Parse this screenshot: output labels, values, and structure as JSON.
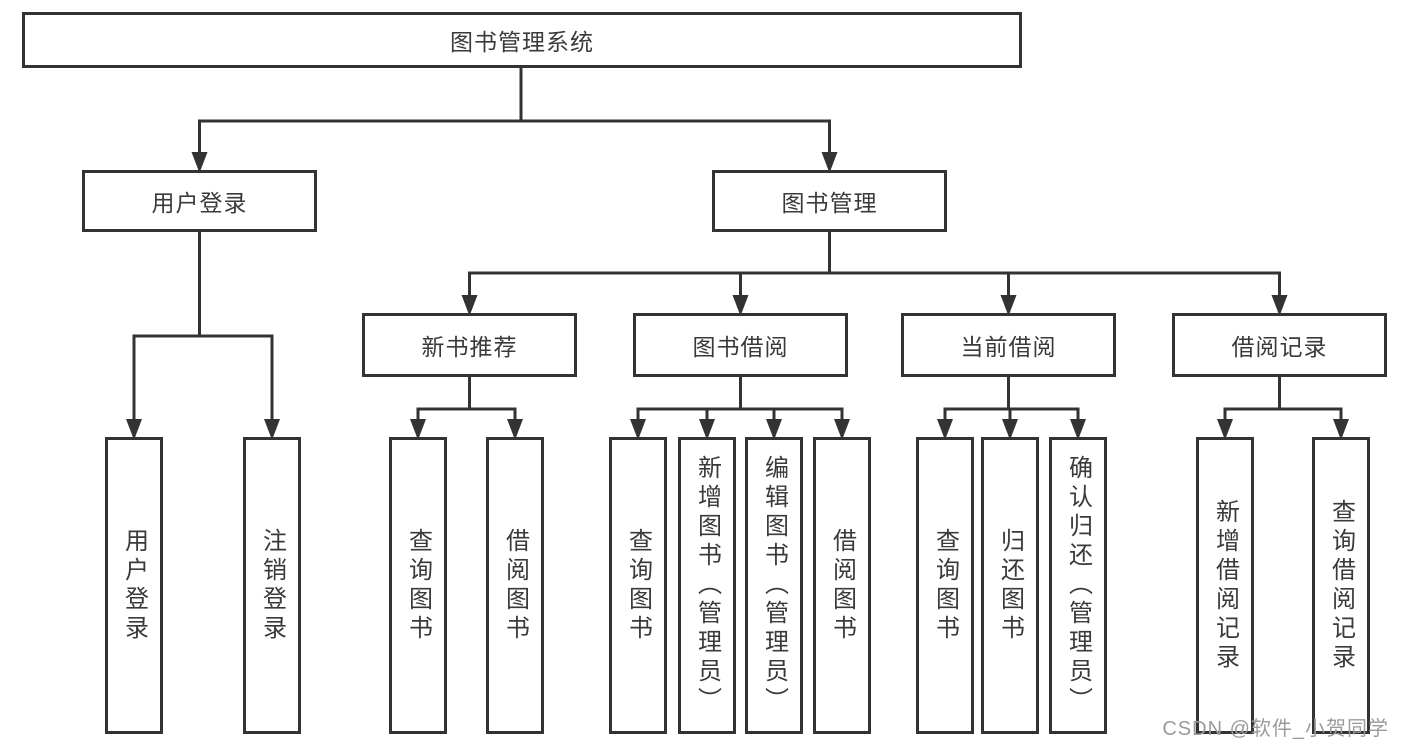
{
  "diagram": {
    "root": {
      "label": "图书管理系统"
    },
    "level2": [
      {
        "label": "用户登录"
      },
      {
        "label": "图书管理"
      }
    ],
    "level3": [
      {
        "label": "新书推荐"
      },
      {
        "label": "图书借阅"
      },
      {
        "label": "当前借阅"
      },
      {
        "label": "借阅记录"
      }
    ],
    "leaves": {
      "user_login": [
        "用户登录",
        "注销登录"
      ],
      "new_books": [
        "查询图书",
        "借阅图书"
      ],
      "book_borrow": [
        "查询图书",
        "新增图书（管理员）",
        "编辑图书（管理员）",
        "借阅图书"
      ],
      "current_borrow": [
        "查询图书",
        "归还图书",
        "确认归还（管理员）"
      ],
      "borrow_records": [
        "新增借阅记录",
        "查询借阅记录"
      ]
    },
    "colors": {
      "line": "#333333",
      "text": "#3a3a3a",
      "background": "#ffffff",
      "watermark": "#9b9b9b"
    },
    "watermark": "CSDN @软件_小贺同学"
  }
}
